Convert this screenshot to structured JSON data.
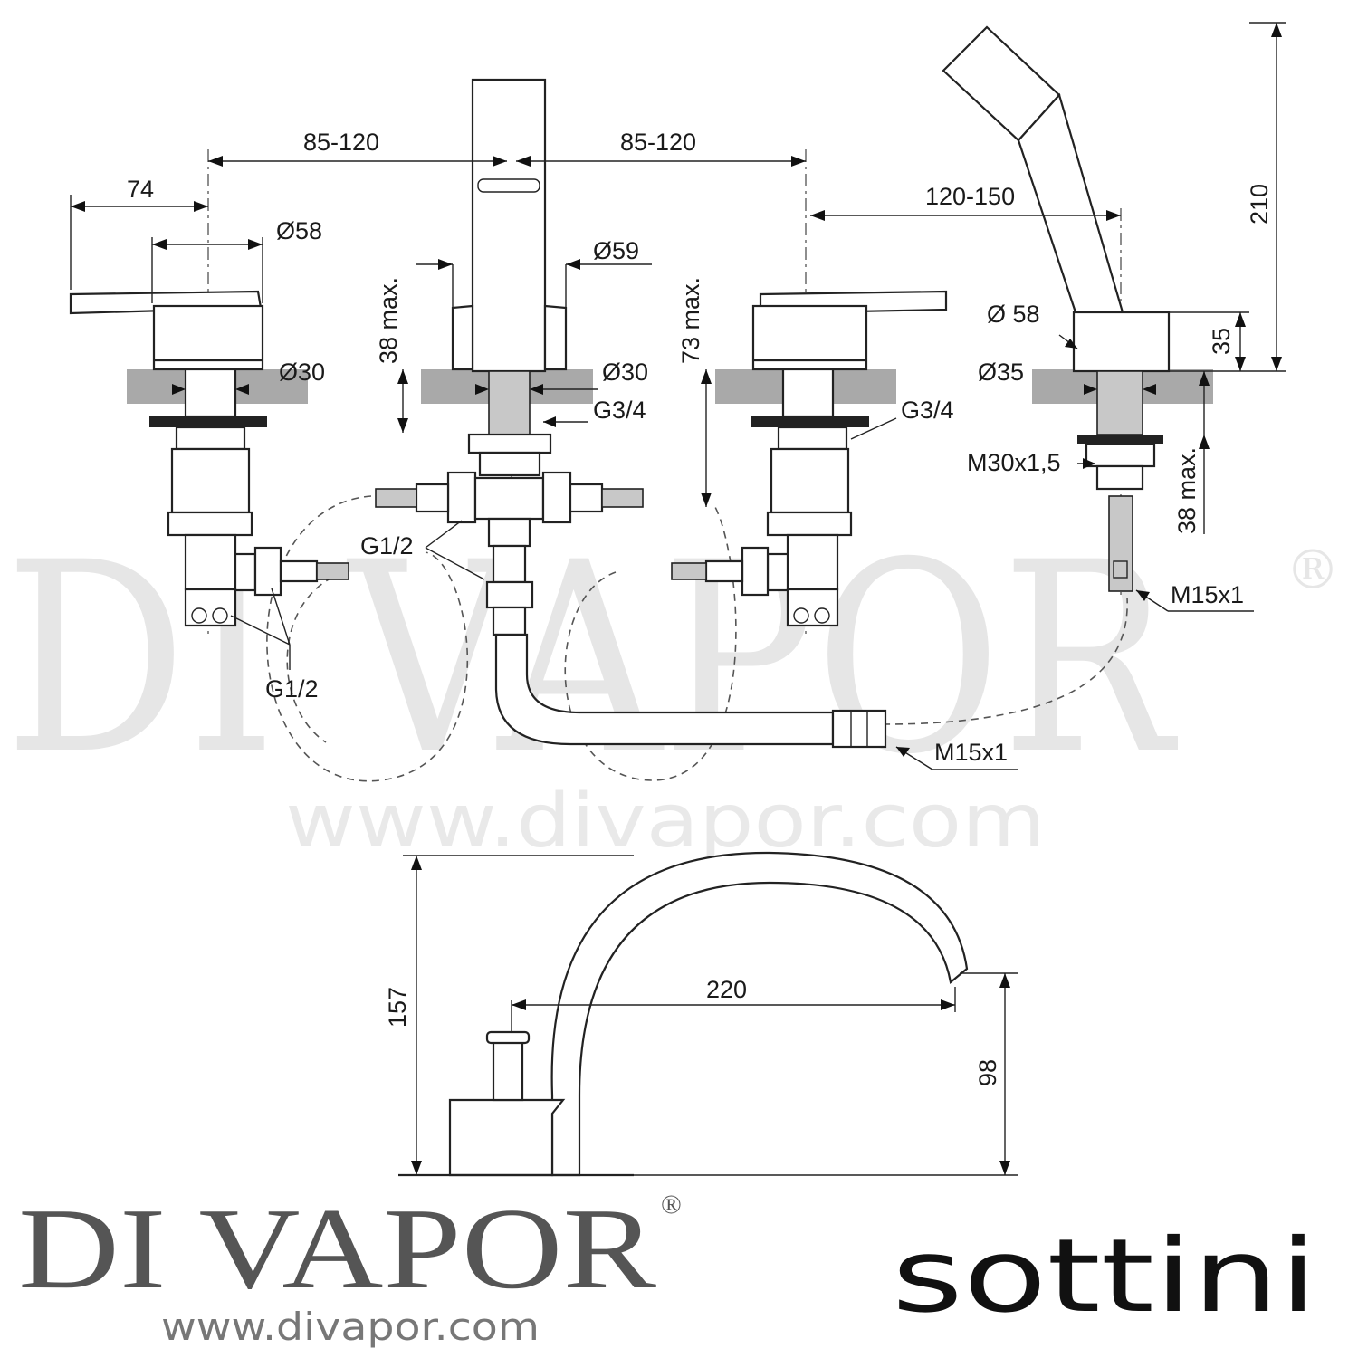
{
  "watermark": {
    "big_text": "DI VAPOR",
    "registered": "®",
    "url": "www.divapor.com"
  },
  "dimensions": {
    "d_85_120_left": "85-120",
    "d_85_120_right": "85-120",
    "d_74": "74",
    "d_dia58_left": "Ø58",
    "d_dia59": "Ø59",
    "d_dia30_left": "Ø30",
    "d_dia30_center": "Ø30",
    "d_38max_center": "38 max.",
    "d_73max": "73 max.",
    "d_g34_center": "G3/4",
    "d_g34_right": "G3/4",
    "d_120_150": "120-150",
    "d_210": "210",
    "d_dia58_shower": "Ø 58",
    "d_35": "35",
    "d_dia35": "Ø35",
    "d_m30": "M30x1,5",
    "d_38max_right": "38 max.",
    "d_m15_top": "M15x1",
    "d_m15_bottom": "M15x1",
    "d_g12_center": "G1/2",
    "d_g12_left": "G1/2",
    "d_157": "157",
    "d_220": "220",
    "d_98": "98"
  },
  "brand": {
    "logo_text": "DI VAPOR",
    "registered": "®",
    "url": "www.divapor.com",
    "manufacturer": "sottini"
  }
}
